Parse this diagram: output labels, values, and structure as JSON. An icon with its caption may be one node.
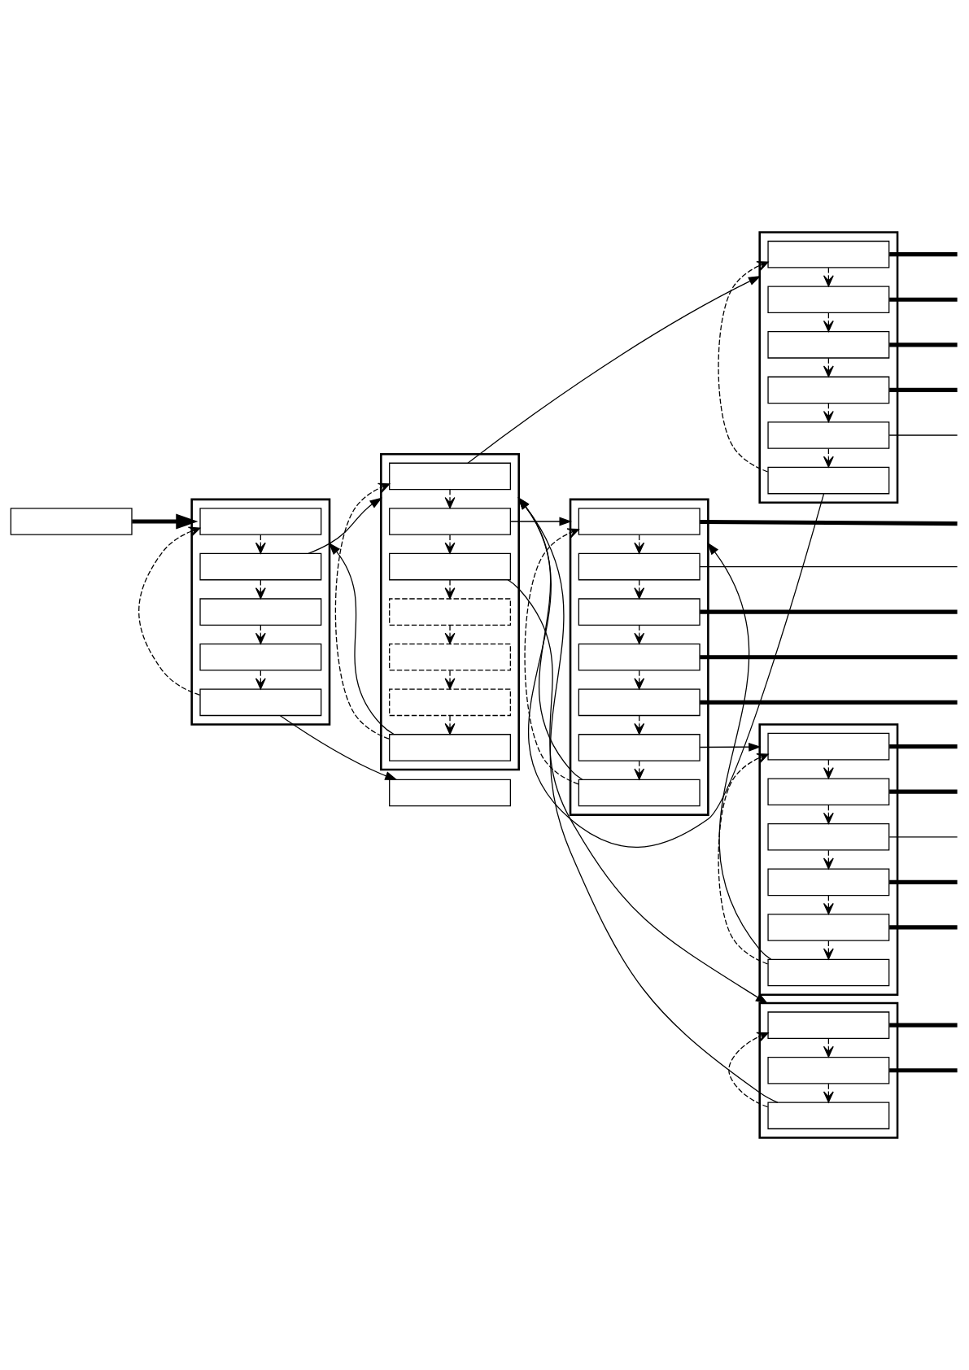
{
  "diagram": {
    "nodes": [
      {
        "text": [],
        "shape": "box"
      },
      {
        "text": [],
        "shape": "box"
      },
      {
        "text": [],
        "shape": "box",
        "in": 1
      },
      {
        "text": [],
        "shape": "box",
        "in": 1
      },
      {
        "text": [],
        "shape": "box",
        "in": 1
      },
      {
        "text": [],
        "shape": "box",
        "in": 1
      },
      {
        "text": [],
        "shape": "box",
        "in": 1
      },
      {
        "text": [],
        "shape": "box"
      },
      {
        "text": [],
        "shape": "box",
        "in": 7
      },
      {
        "text": [],
        "shape": "box",
        "in": 7
      },
      {
        "text": [],
        "shape": "box",
        "in": 7
      },
      {
        "text": [],
        "shape": "box",
        "in": 7
      },
      {
        "text": [],
        "shape": "box",
        "in": 7
      },
      {
        "text": [],
        "shape": "box",
        "in": 7
      },
      {
        "text": [],
        "shape": "box",
        "in": 7
      },
      {
        "text": [],
        "shape": "box"
      },
      {
        "text": [],
        "shape": "box",
        "in": 15
      },
      {
        "text": [],
        "shape": "box",
        "in": 15
      },
      {
        "text": [],
        "shape": "box",
        "in": 15
      },
      {
        "text": [],
        "shape": "box",
        "in": 15
      },
      {
        "text": [],
        "shape": "box",
        "in": 15
      },
      {
        "text": [],
        "shape": "box",
        "in": 15
      },
      {
        "text": [],
        "shape": "box"
      },
      {
        "text": [],
        "shape": "box",
        "in": 22
      },
      {
        "text": [],
        "shape": "box",
        "in": 22
      },
      {
        "text": [],
        "shape": "box",
        "in": 22
      },
      {
        "text": [],
        "shape": "box",
        "in": 22
      },
      {
        "text": [],
        "shape": "box",
        "in": 22
      },
      {
        "text": [],
        "shape": "box",
        "in": 22
      },
      {
        "text": [],
        "shape": "box",
        "in": 22
      },
      {
        "text": [],
        "shape": "box"
      },
      {
        "text": [],
        "shape": "box",
        "in": 30
      },
      {
        "text": [],
        "shape": "box",
        "in": 30
      },
      {
        "text": [],
        "shape": "box",
        "in": 30
      },
      {
        "text": [],
        "shape": "box",
        "in": 30
      },
      {
        "text": [],
        "shape": "box",
        "in": 30
      },
      {
        "text": [],
        "shape": "box",
        "in": 30
      },
      {
        "text": [],
        "shape": "box"
      },
      {
        "text": [],
        "shape": "box",
        "in": 37
      },
      {
        "text": [],
        "shape": "box",
        "in": 37
      },
      {
        "text": [],
        "shape": "box",
        "in": 37
      },
      {
        "text": [],
        "shape": "box"
      }
    ],
    "edges": [
      {
        "from": 0,
        "to": 1,
        "arrow": "to",
        "style": "thick"
      },
      {
        "from": 2,
        "to": 3,
        "arrow": "to",
        "style": "dashed"
      },
      {
        "from": 3,
        "to": 4,
        "arrow": "to",
        "style": "dashed"
      },
      {
        "from": 4,
        "to": 5,
        "arrow": "to",
        "style": "dashed"
      },
      {
        "from": 5,
        "to": 6,
        "arrow": "to",
        "style": "dashed"
      },
      {
        "from": 6,
        "to": 2,
        "arrow": "to",
        "style": "dashed"
      },
      {
        "from": 3,
        "to": 7,
        "arrow": "to"
      },
      {
        "from": 8,
        "to": 9,
        "arrow": "to",
        "style": "dashed"
      },
      {
        "from": 9,
        "to": 10,
        "arrow": "to",
        "style": "dashed"
      },
      {
        "from": 10,
        "to": 11,
        "arrow": "to",
        "style": "dashed"
      },
      {
        "from": 11,
        "to": 12,
        "arrow": "to",
        "style": "dashed"
      },
      {
        "from": 12,
        "to": 13,
        "arrow": "to",
        "style": "dashed"
      },
      {
        "from": 13,
        "to": 14,
        "arrow": "to",
        "style": "dashed"
      },
      {
        "from": 14,
        "to": 8,
        "arrow": "to",
        "style": "dashed"
      },
      {
        "from": 8,
        "to": 15,
        "arrow": "to"
      },
      {
        "from": 16,
        "to": 17,
        "arrow": "to",
        "style": "dashed"
      },
      {
        "from": 17,
        "to": 18,
        "arrow": "to",
        "style": "dashed"
      },
      {
        "from": 18,
        "to": 19,
        "arrow": "to",
        "style": "dashed"
      },
      {
        "from": 19,
        "to": 20,
        "arrow": "to",
        "style": "dashed"
      },
      {
        "from": 20,
        "to": 21,
        "arrow": "to",
        "style": "dashed"
      },
      {
        "from": 21,
        "to": 16,
        "arrow": "to",
        "style": "dashed"
      },
      {
        "from": 21,
        "to": 7,
        "arrow": "to"
      },
      {
        "from": 9,
        "to": 22,
        "arrow": "to"
      },
      {
        "from": 23,
        "to": 24,
        "arrow": "to",
        "style": "dashed"
      },
      {
        "from": 24,
        "to": 25,
        "arrow": "to",
        "style": "dashed"
      },
      {
        "from": 25,
        "to": 26,
        "arrow": "to",
        "style": "dashed"
      },
      {
        "from": 26,
        "to": 27,
        "arrow": "to",
        "style": "dashed"
      },
      {
        "from": 27,
        "to": 28,
        "arrow": "to",
        "style": "dashed"
      },
      {
        "from": 28,
        "to": 29,
        "arrow": "to",
        "style": "dashed"
      },
      {
        "from": 29,
        "to": 23,
        "arrow": "to",
        "style": "dashed"
      },
      {
        "from": 28,
        "to": 30,
        "arrow": "to"
      },
      {
        "from": 31,
        "to": 32,
        "arrow": "to",
        "style": "dashed"
      },
      {
        "from": 32,
        "to": 33,
        "arrow": "to",
        "style": "dashed"
      },
      {
        "from": 33,
        "to": 34,
        "arrow": "to",
        "style": "dashed"
      },
      {
        "from": 34,
        "to": 35,
        "arrow": "to",
        "style": "dashed"
      },
      {
        "from": 35,
        "to": 36,
        "arrow": "to",
        "style": "dashed"
      },
      {
        "from": 36,
        "to": 31,
        "arrow": "to",
        "style": "dashed"
      },
      {
        "from": 36,
        "to": 22,
        "arrow": "to"
      },
      {
        "from": 29,
        "to": 7,
        "arrow": "to"
      },
      {
        "from": 10,
        "to": 37,
        "arrow": "to"
      },
      {
        "from": 38,
        "to": 39,
        "arrow": "to",
        "style": "dashed"
      },
      {
        "from": 39,
        "to": 40,
        "arrow": "to",
        "style": "dashed"
      },
      {
        "from": 40,
        "to": 38,
        "arrow": "to",
        "style": "dashed"
      },
      {
        "from": 40,
        "to": 7,
        "arrow": "to"
      },
      {
        "from": 14,
        "to": 1,
        "arrow": "to"
      },
      {
        "from": 6,
        "to": 41,
        "arrow": "to"
      },
      {
        "from": 16,
        "to": null,
        "arrow": "none",
        "style": "thick"
      },
      {
        "from": 17,
        "to": null,
        "arrow": "none",
        "style": "thick"
      },
      {
        "from": 18,
        "to": null,
        "arrow": "none",
        "style": "thick"
      },
      {
        "from": 19,
        "to": null,
        "arrow": "none",
        "style": "thick"
      },
      {
        "from": 20,
        "to": null,
        "arrow": "none"
      },
      {
        "from": 23,
        "to": null,
        "arrow": "none",
        "style": "thick"
      },
      {
        "from": 24,
        "to": null,
        "arrow": "none"
      },
      {
        "from": 25,
        "to": null,
        "arrow": "none",
        "style": "thick"
      },
      {
        "from": 26,
        "to": null,
        "arrow": "none",
        "style": "thick"
      },
      {
        "from": 27,
        "to": null,
        "arrow": "none",
        "style": "thick"
      },
      {
        "from": 31,
        "to": null,
        "arrow": "none",
        "style": "thick"
      },
      {
        "from": 32,
        "to": null,
        "arrow": "none",
        "style": "thick"
      },
      {
        "from": 33,
        "to": null,
        "arrow": "none"
      },
      {
        "from": 34,
        "to": null,
        "arrow": "none",
        "style": "thick"
      },
      {
        "from": 35,
        "to": null,
        "arrow": "none",
        "style": "thick"
      },
      {
        "from": 38,
        "to": null,
        "arrow": "none",
        "style": "thick"
      },
      {
        "from": 39,
        "to": null,
        "arrow": "none",
        "style": "thick"
      }
    ]
  }
}
